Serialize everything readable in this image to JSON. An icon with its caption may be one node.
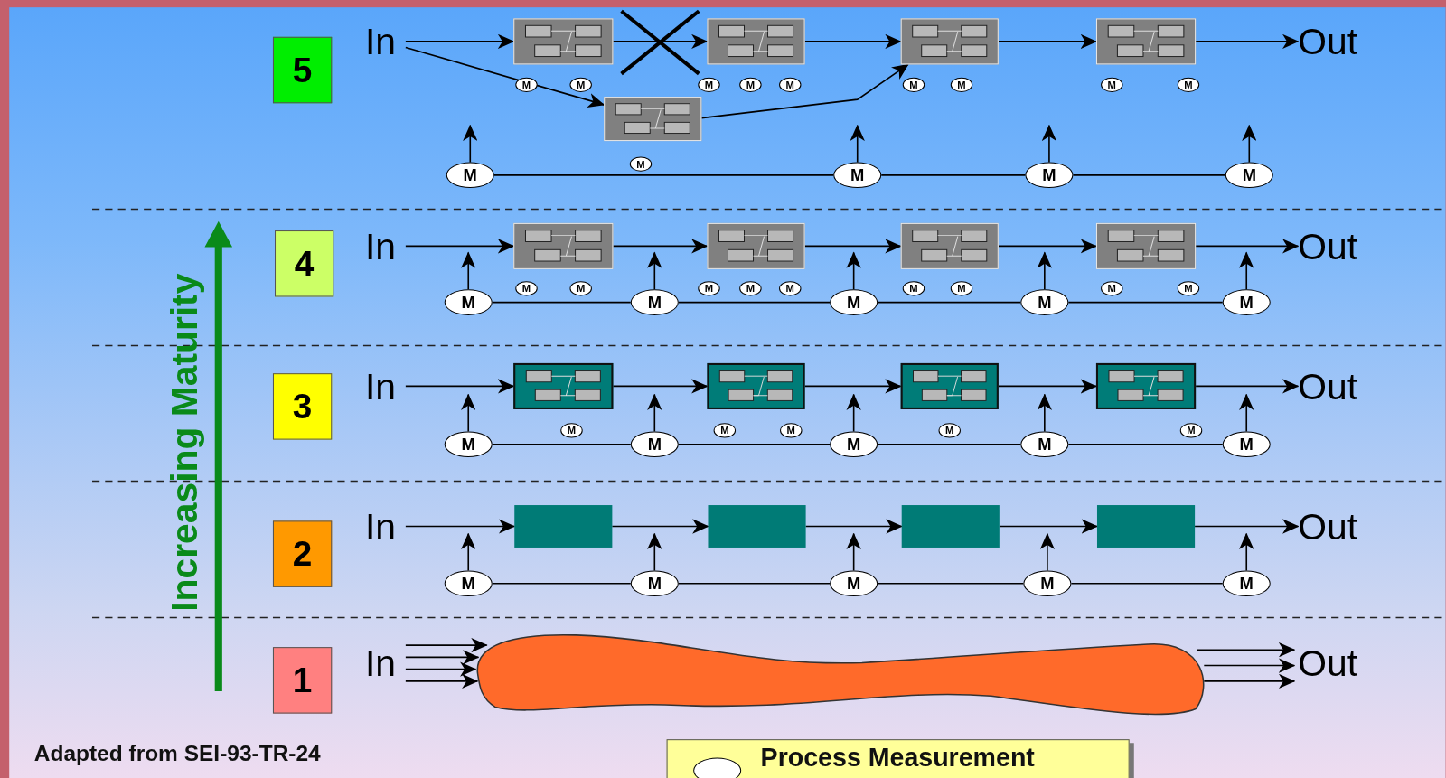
{
  "diagram": {
    "nodes": [
      {
        "text": [
          "5"
        ]
      },
      {
        "text": [
          "In"
        ]
      },
      {
        "text": [],
        "shape": "box"
      },
      {
        "text": [],
        "shape": "box"
      },
      {
        "text": [],
        "shape": "box"
      },
      {
        "text": [],
        "shape": "box"
      },
      {
        "text": [
          "Out"
        ]
      },
      {
        "text": [
          "M"
        ]
      },
      {
        "text": [
          "M"
        ]
      },
      {
        "text": [
          "M"
        ]
      },
      {
        "text": [
          "M"
        ]
      },
      {
        "text": [
          "M"
        ]
      },
      {
        "text": [
          "M"
        ]
      },
      {
        "text": [
          "M"
        ]
      },
      {
        "text": [
          "M"
        ]
      },
      {
        "text": [
          "M"
        ]
      },
      {
        "text": [],
        "shape": "box"
      },
      {
        "text": [
          "M"
        ]
      },
      {
        "text": [
          "M"
        ]
      },
      {
        "text": [
          "M"
        ]
      },
      {
        "text": [
          "M"
        ]
      },
      {
        "text": [
          "M"
        ]
      },
      {
        "text": [
          "4"
        ]
      },
      {
        "text": [
          "In"
        ]
      },
      {
        "text": [],
        "shape": "box"
      },
      {
        "text": [],
        "shape": "box"
      },
      {
        "text": [],
        "shape": "box"
      },
      {
        "text": [],
        "shape": "box"
      },
      {
        "text": [
          "Out"
        ]
      },
      {
        "text": [
          "M"
        ]
      },
      {
        "text": [
          "M"
        ]
      },
      {
        "text": [
          "M"
        ]
      },
      {
        "text": [
          "M"
        ]
      },
      {
        "text": [
          "M"
        ]
      },
      {
        "text": [
          "M"
        ]
      },
      {
        "text": [
          "M"
        ]
      },
      {
        "text": [
          "M"
        ]
      },
      {
        "text": [
          "M"
        ]
      },
      {
        "text": [
          "M"
        ]
      },
      {
        "text": [
          "M"
        ]
      },
      {
        "text": [
          "M"
        ]
      },
      {
        "text": [
          "M"
        ]
      },
      {
        "text": [
          "M"
        ]
      },
      {
        "text": [
          "3"
        ]
      },
      {
        "text": [
          "In"
        ]
      },
      {
        "text": [],
        "shape": "box"
      },
      {
        "text": [],
        "shape": "box"
      },
      {
        "text": [],
        "shape": "box"
      },
      {
        "text": [],
        "shape": "box"
      },
      {
        "text": [
          "Out"
        ]
      },
      {
        "text": [
          "M"
        ]
      },
      {
        "text": [
          "M"
        ]
      },
      {
        "text": [
          "M"
        ]
      },
      {
        "text": [
          "M"
        ]
      },
      {
        "text": [
          "M"
        ]
      },
      {
        "text": [
          "M"
        ]
      },
      {
        "text": [
          "M"
        ]
      },
      {
        "text": [
          "M"
        ]
      },
      {
        "text": [
          "M"
        ]
      },
      {
        "text": [
          "M"
        ]
      },
      {
        "text": [
          "2"
        ]
      },
      {
        "text": [
          "In"
        ]
      },
      {
        "text": [],
        "shape": "box"
      },
      {
        "text": [],
        "shape": "box"
      },
      {
        "text": [],
        "shape": "box"
      },
      {
        "text": [],
        "shape": "box"
      },
      {
        "text": [
          "Out"
        ]
      },
      {
        "text": [
          "M"
        ]
      },
      {
        "text": [
          "M"
        ]
      },
      {
        "text": [
          "M"
        ]
      },
      {
        "text": [
          "M"
        ]
      },
      {
        "text": [
          "M"
        ]
      },
      {
        "text": [
          "1"
        ]
      },
      {
        "text": [
          "In"
        ]
      },
      {
        "text": [],
        "shape": "cloud"
      },
      {
        "text": [
          "Out"
        ]
      }
    ],
    "edges": [
      {
        "from": 1,
        "to": 2,
        "arrow": "to"
      },
      {
        "from": 1,
        "to": 16,
        "arrow": "to"
      },
      {
        "from": 2,
        "to": 3,
        "arrow": "to"
      },
      {
        "from": 16,
        "to": 4,
        "arrow": "to"
      },
      {
        "from": 3,
        "to": 4,
        "arrow": "to"
      },
      {
        "from": 4,
        "to": 5,
        "arrow": "to"
      },
      {
        "from": 5,
        "to": 6,
        "arrow": "to"
      },
      {
        "from": 18,
        "to": null,
        "arrow": "to"
      },
      {
        "from": 19,
        "to": null,
        "arrow": "to"
      },
      {
        "from": 20,
        "to": null,
        "arrow": "to"
      },
      {
        "from": 21,
        "to": null,
        "arrow": "to"
      },
      {
        "from": 18,
        "to": 19,
        "arrow": "none"
      },
      {
        "from": 19,
        "to": 20,
        "arrow": "none"
      },
      {
        "from": 20,
        "to": 21,
        "arrow": "none"
      },
      {
        "from": 23,
        "to": 24,
        "arrow": "to"
      },
      {
        "from": 24,
        "to": 25,
        "arrow": "to"
      },
      {
        "from": 25,
        "to": 26,
        "arrow": "to"
      },
      {
        "from": 26,
        "to": 27,
        "arrow": "to"
      },
      {
        "from": 27,
        "to": 28,
        "arrow": "to"
      },
      {
        "from": 38,
        "to": null,
        "arrow": "to"
      },
      {
        "from": 39,
        "to": null,
        "arrow": "to"
      },
      {
        "from": 40,
        "to": null,
        "arrow": "to"
      },
      {
        "from": 41,
        "to": null,
        "arrow": "to"
      },
      {
        "from": 42,
        "to": null,
        "arrow": "to"
      },
      {
        "from": 38,
        "to": 39,
        "arrow": "none"
      },
      {
        "from": 39,
        "to": 40,
        "arrow": "none"
      },
      {
        "from": 40,
        "to": 41,
        "arrow": "none"
      },
      {
        "from": 41,
        "to": 42,
        "arrow": "none"
      },
      {
        "from": 44,
        "to": 45,
        "arrow": "to"
      },
      {
        "from": 45,
        "to": 46,
        "arrow": "to"
      },
      {
        "from": 46,
        "to": 47,
        "arrow": "to"
      },
      {
        "from": 47,
        "to": 48,
        "arrow": "to"
      },
      {
        "from": 48,
        "to": 49,
        "arrow": "to"
      },
      {
        "from": 55,
        "to": null,
        "arrow": "to"
      },
      {
        "from": 56,
        "to": null,
        "arrow": "to"
      },
      {
        "from": 57,
        "to": null,
        "arrow": "to"
      },
      {
        "from": 58,
        "to": null,
        "arrow": "to"
      },
      {
        "from": 59,
        "to": null,
        "arrow": "to"
      },
      {
        "from": 55,
        "to": 56,
        "arrow": "none"
      },
      {
        "from": 56,
        "to": 57,
        "arrow": "none"
      },
      {
        "from": 57,
        "to": 58,
        "arrow": "none"
      },
      {
        "from": 58,
        "to": 59,
        "arrow": "none"
      },
      {
        "from": 61,
        "to": 62,
        "arrow": "to"
      },
      {
        "from": 62,
        "to": 63,
        "arrow": "to"
      },
      {
        "from": 63,
        "to": 64,
        "arrow": "to"
      },
      {
        "from": 64,
        "to": 65,
        "arrow": "to"
      },
      {
        "from": 65,
        "to": 66,
        "arrow": "to"
      },
      {
        "from": 67,
        "to": null,
        "arrow": "to"
      },
      {
        "from": 68,
        "to": null,
        "arrow": "to"
      },
      {
        "from": 69,
        "to": null,
        "arrow": "to"
      },
      {
        "from": 70,
        "to": null,
        "arrow": "to"
      },
      {
        "from": 71,
        "to": null,
        "arrow": "to"
      },
      {
        "from": 67,
        "to": 68,
        "arrow": "none"
      },
      {
        "from": 68,
        "to": 69,
        "arrow": "none"
      },
      {
        "from": 69,
        "to": 70,
        "arrow": "none"
      },
      {
        "from": 70,
        "to": 71,
        "arrow": "none"
      },
      {
        "from": 73,
        "to": 74,
        "arrow": "to"
      },
      {
        "from": 73,
        "to": 74,
        "arrow": "to"
      },
      {
        "from": 73,
        "to": 74,
        "arrow": "to"
      },
      {
        "from": 73,
        "to": 74,
        "arrow": "to"
      },
      {
        "from": 74,
        "to": 75,
        "arrow": "to"
      },
      {
        "from": 74,
        "to": 75,
        "arrow": "to"
      },
      {
        "from": 74,
        "to": 75,
        "arrow": "to"
      }
    ],
    "labels": [
      "Increasing Maturity",
      "Adapted from SEI-93-TR-24"
    ],
    "legend": [
      {
        "text": "Process Measurement"
      }
    ]
  }
}
